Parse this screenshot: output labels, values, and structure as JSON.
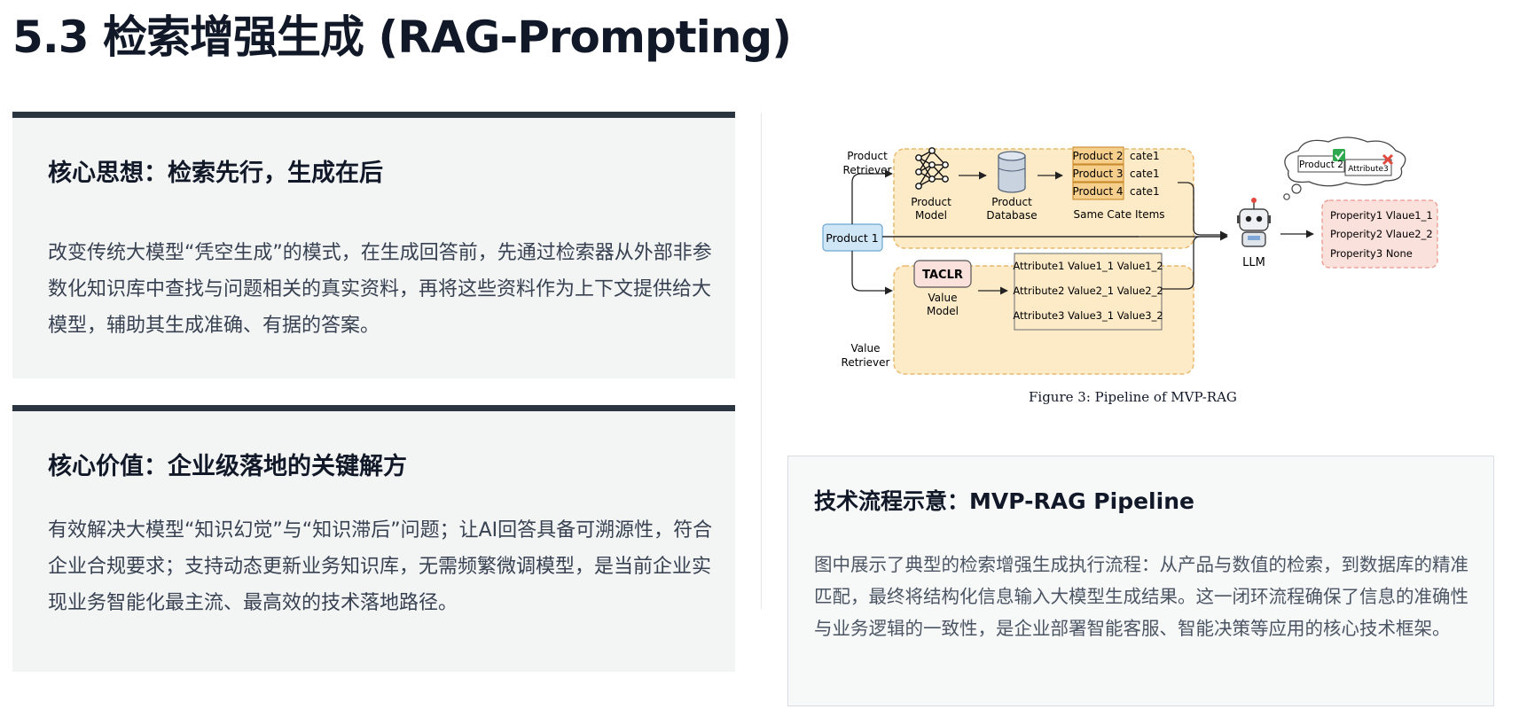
{
  "title": "5.3 检索增强生成 (RAG-Prompting)",
  "cards": [
    {
      "heading": "核心思想：检索先行，生成在后",
      "body": "改变传统大模型“凭空生成”的模式，在生成回答前，先通过检索器从外部非参数化知识库中查找与问题相关的真实资料，再将这些资料作为上下文提供给大模型，辅助其生成准确、有据的答案。"
    },
    {
      "heading": "核心价值：企业级落地的关键解方",
      "body": "有效解决大模型“知识幻觉”与“知识滞后”问题；让AI回答具备可溯源性，符合企业合规要求；支持动态更新业务知识库，无需频繁微调模型，是当前企业实现业务智能化最主流、最高效的技术落地路径。"
    }
  ],
  "figure": {
    "caption": "Figure 3: Pipeline of MVP-RAG",
    "product_retriever": [
      "Product",
      "Retriever"
    ],
    "value_retriever": [
      "Value",
      "Retriever"
    ],
    "input": "Product 1",
    "product_model": [
      "Product",
      "Model"
    ],
    "product_database": [
      "Product",
      "Database"
    ],
    "same_cate_items": "Same Cate Items",
    "items": [
      {
        "name": "Product 2",
        "cate": "cate1"
      },
      {
        "name": "Product 3",
        "cate": "cate1"
      },
      {
        "name": "Product 4",
        "cate": "cate1"
      }
    ],
    "taclr": "TACLR",
    "value_model": [
      "Value",
      "Model"
    ],
    "attributes": [
      "Attribute1 Value1_1 Value1_2",
      "Attribute2 Value2_1 Value2_2",
      "Attribute3 Value3_1 Value3_2"
    ],
    "llm": "LLM",
    "thought": {
      "product": "Product 2",
      "attribute": "Attribute3"
    },
    "outputs": [
      "Properity1 Vlaue1_1",
      "Properity2 Vlaue2_2",
      "Properity3 None"
    ],
    "colors": {
      "orange_fill": "#fdebc8",
      "orange_border": "#e9b96e",
      "blue_fill": "#cfe6f7",
      "red_fill": "#fbe1dc",
      "red_border": "#e99a8e",
      "item_fill": "#f7cf8c"
    }
  },
  "info_box": {
    "heading": "技术流程示意：MVP-RAG Pipeline",
    "body": "图中展示了典型的检索增强生成执行流程：从产品与数值的检索，到数据库的精准匹配，最终将结构化信息输入大模型生成结果。这一闭环流程确保了信息的准确性与业务逻辑的一致性，是企业部署智能客服、智能决策等应用的核心技术框架。"
  }
}
